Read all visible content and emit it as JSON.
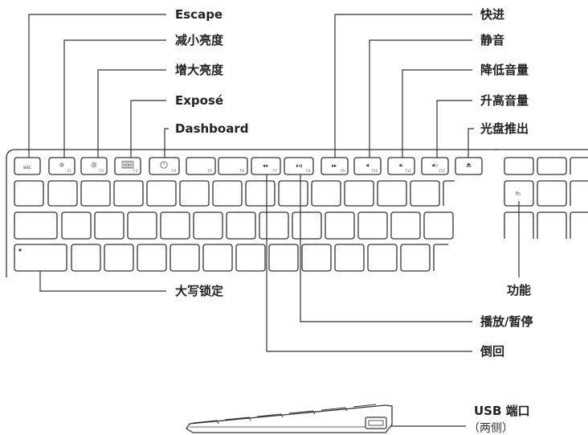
{
  "labels": {
    "escape": "Escape",
    "brightness_down": "减小亮度",
    "brightness_up": "增大亮度",
    "expose": "Exposé",
    "dashboard": "Dashboard",
    "fast_forward": "快进",
    "mute": "静音",
    "volume_down": "降低音量",
    "volume_up": "升高音量",
    "eject": "光盘推出",
    "caps_lock": "大写锁定",
    "function": "功能",
    "play_pause": "播放/暂停",
    "rewind": "倒回",
    "usb_port": "USB 端口",
    "usb_port_note": "（两侧）"
  },
  "keycaps": {
    "esc": "esc",
    "fn": "fn",
    "f1": "F1",
    "f2": "F2",
    "f3": "F3",
    "f4": "F4",
    "f5": "F5",
    "f6": "F6",
    "f7": "F7",
    "f8": "F8",
    "f9": "F9",
    "f10": "F10",
    "f11": "F11",
    "f12": "F12"
  },
  "icons": {
    "brightness_down": "sun-small-icon",
    "brightness_up": "sun-large-icon",
    "expose": "expose-windows-icon",
    "dashboard": "dashboard-gauge-icon",
    "rewind": "rewind-icon",
    "play_pause": "play-pause-icon",
    "fast_forward": "fast-forward-icon",
    "mute": "speaker-mute-icon",
    "volume_down": "speaker-low-icon",
    "volume_up": "speaker-high-icon",
    "eject": "eject-icon",
    "caps_lock_led": "caps-lock-indicator-dot"
  },
  "colors": {
    "ink": "#333333",
    "background": "#ffffff"
  }
}
